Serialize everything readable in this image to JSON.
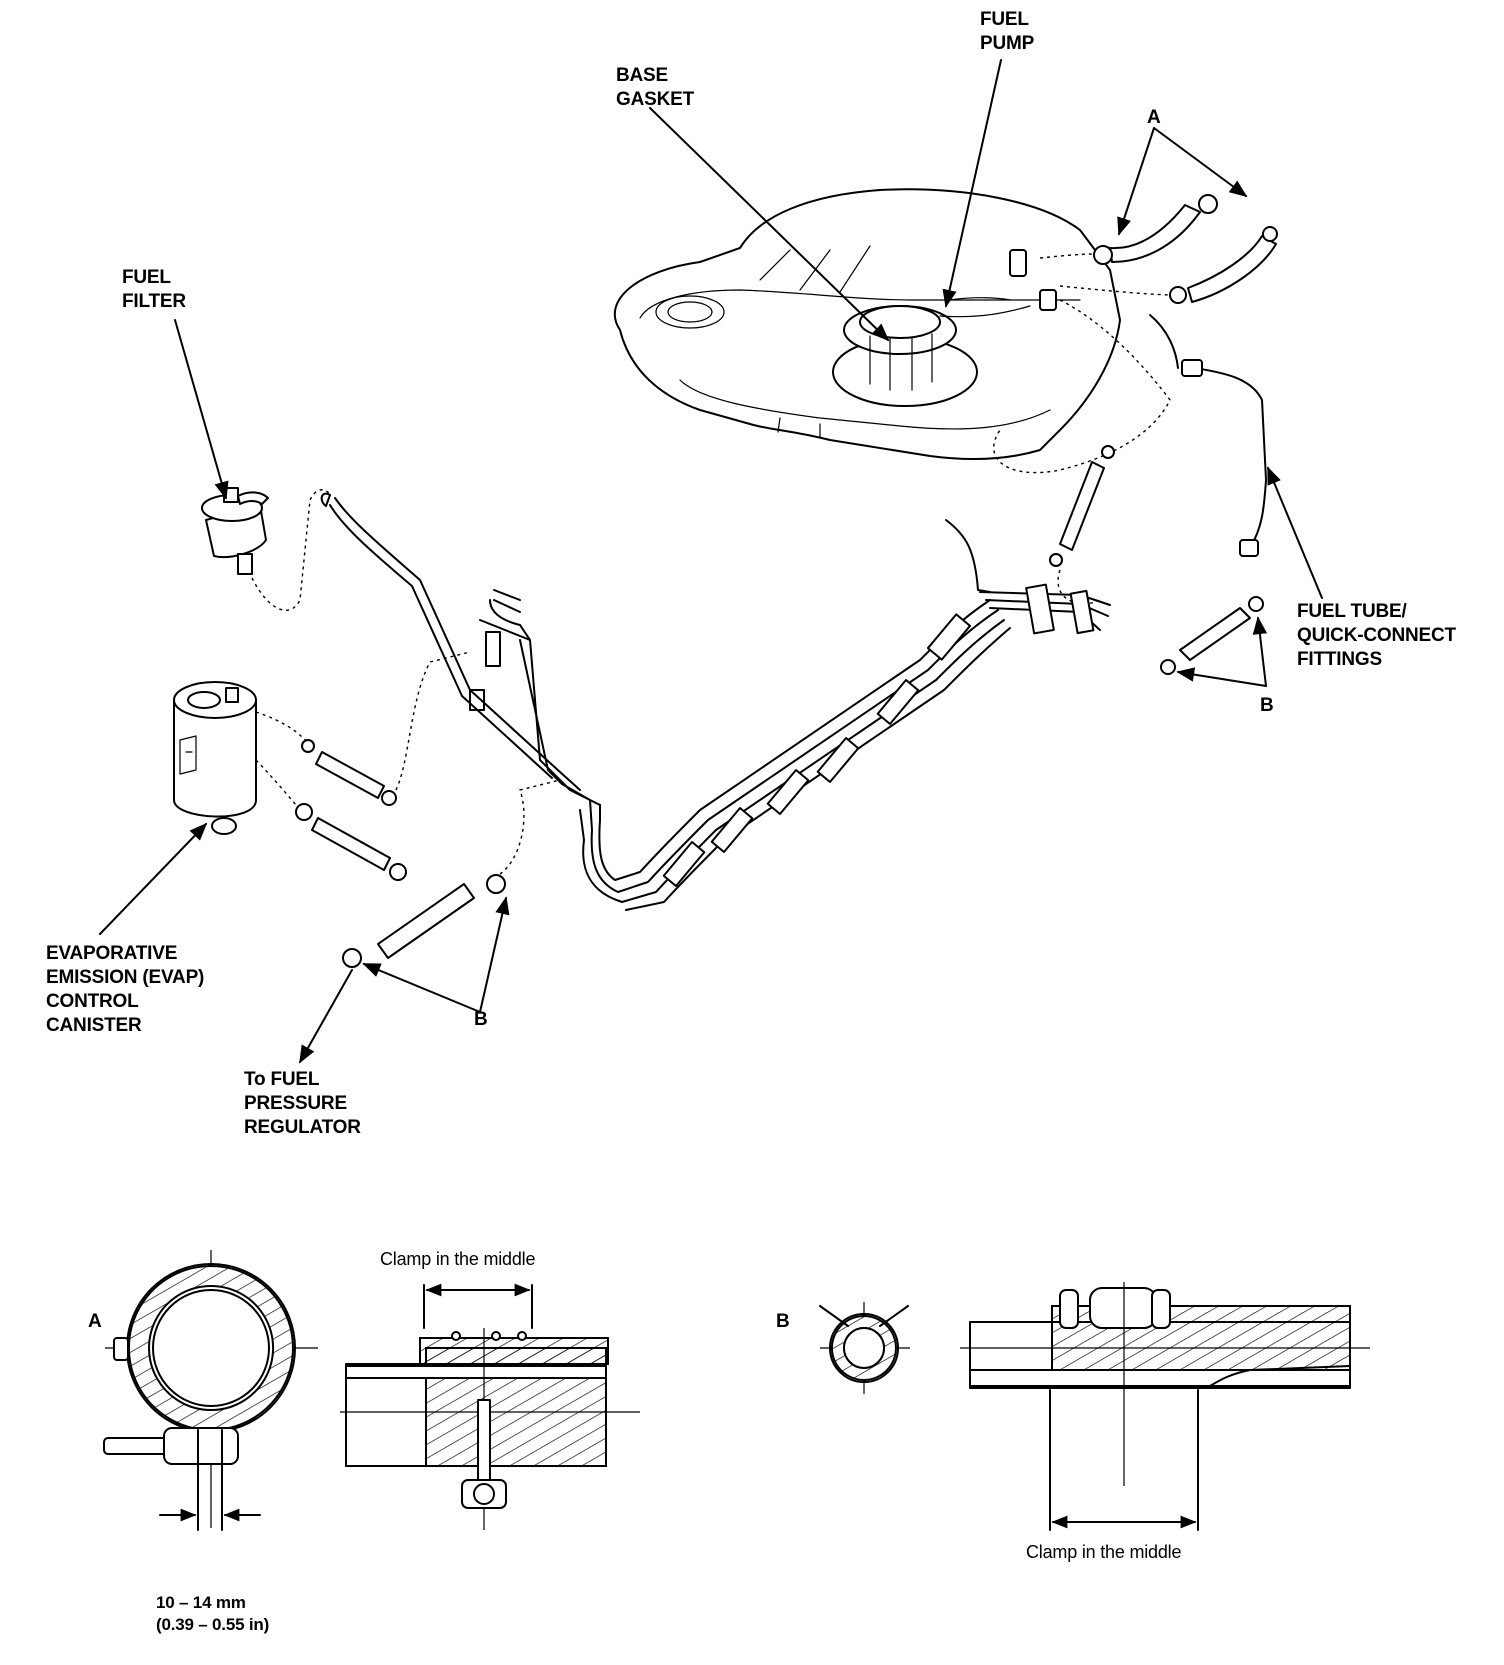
{
  "labels": {
    "fuel_pump": "FUEL\nPUMP",
    "base_gasket": "BASE\nGASKET",
    "fuel_filter": "FUEL\nFILTER",
    "callout_a_top": "A",
    "fuel_tube": "FUEL TUBE/\nQUICK-CONNECT\nFITTINGS",
    "callout_b_right": "B",
    "evap_canister": "EVAPORATIVE\nEMISSION (EVAP)\nCONTROL\nCANISTER",
    "callout_b_left": "B",
    "pressure_regulator": "To FUEL\nPRESSURE\nREGULATOR"
  },
  "detail_a": {
    "letter": "A",
    "clamp_caption": "Clamp in the middle",
    "dimension": "10 – 14 mm\n(0.39 – 0.55 in)"
  },
  "detail_b": {
    "letter": "B",
    "clamp_caption": "Clamp in the middle"
  }
}
